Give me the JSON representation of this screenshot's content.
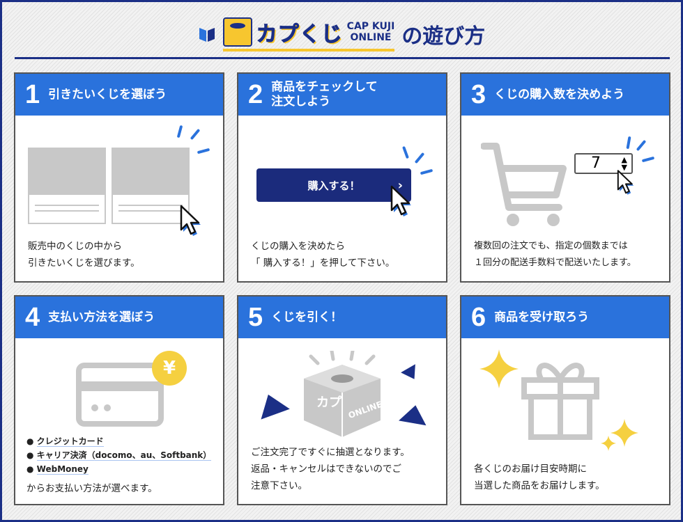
{
  "header": {
    "logo_kana": "カプくじ",
    "logo_en_line1": "CAP KUJI",
    "logo_en_line2": "ONLINE",
    "title_suffix": "の遊び方",
    "colors": {
      "navy": "#1b2f86",
      "blue": "#2a72dc",
      "yellow": "#f7c62f"
    }
  },
  "steps": [
    {
      "num": "1",
      "title": "引きたいくじを選ぼう",
      "desc": [
        "販売中のくじの中から",
        "引きたいくじを選びます。"
      ]
    },
    {
      "num": "2",
      "title_lines": [
        "商品をチェックして",
        "注文しよう"
      ],
      "button": "購入する！",
      "button_chevron": "›",
      "desc": [
        "くじの購入を決めたら",
        "「 購入する！」を押して下さい。"
      ]
    },
    {
      "num": "3",
      "title": "くじの購入数を決めよう",
      "quantity": "7",
      "desc": [
        "複数回の注文でも、指定の個数までは",
        "１回分の配送手数料で配送いたします。"
      ]
    },
    {
      "num": "4",
      "title": "支払い方法を選ぼう",
      "yen": "¥",
      "methods": [
        "クレジットカード",
        "キャリア決済（docomo、au、Softbank）",
        "WebMoney"
      ],
      "desc": "からお支払い方法が選べます。"
    },
    {
      "num": "5",
      "title": "くじを引く！",
      "desc": [
        "ご注文完了ですぐに抽選となります。",
        "返品・キャンセルはできないのでご",
        "注意下さい。"
      ]
    },
    {
      "num": "6",
      "title": "商品を受け取ろう",
      "desc": [
        "各くじのお届け目安時期に",
        "当選した商品をお届けします。"
      ]
    }
  ]
}
